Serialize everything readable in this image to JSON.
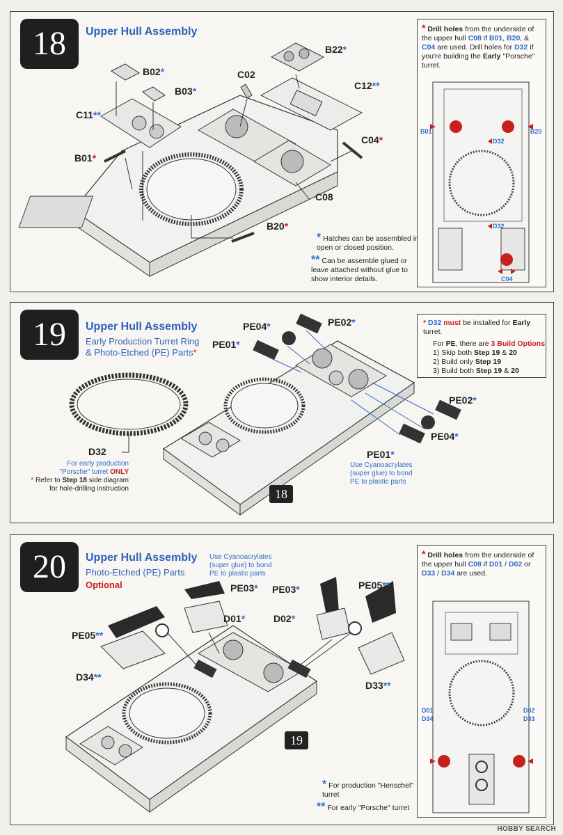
{
  "step18": {
    "number": "18",
    "title": "Upper Hull Assembly",
    "labels": {
      "b22": "B22",
      "b02": "B02",
      "b03": "B03",
      "c02": "C02",
      "c12": "C12",
      "c11": "C11",
      "b01": "B01",
      "c04": "C04",
      "c08": "C08",
      "b20": "B20"
    },
    "legend": {
      "single": "Hatches can be assembled in open or closed position.",
      "double": "Can be assemble glued or leave attached without glue to show interior details."
    },
    "side_note": {
      "p1": "Drill holes",
      "p2": "from the underside of the upper hull",
      "p3": "C08",
      "p4": "if",
      "p5": "B01",
      "p6": "B20",
      "p7": "C04",
      "p8": "are used.  Drill holes for",
      "p9": "D32",
      "p10": "if you're building the",
      "p11": "Early",
      "p12": "\"Porsche\" turret.",
      "sep1": ", ",
      "sep2": ", & "
    },
    "side_labels": {
      "b01": "B01",
      "b20": "B20",
      "d32a": "D32",
      "d32b": "D32",
      "c04": "C04"
    }
  },
  "step19": {
    "number": "19",
    "title": "Upper Hull Assembly",
    "sub1": "Early Production Turret Ring",
    "sub2": "& Photo-Etched (PE) Parts",
    "labels": {
      "pe04a": "PE04",
      "pe02a": "PE02",
      "pe01a": "PE01",
      "pe02b": "PE02",
      "pe04b": "PE04",
      "pe01b": "PE01",
      "d32": "D32"
    },
    "d32_note": {
      "l1": "For early production",
      "l2": "\"Porsche\" turret",
      "only": "ONLY",
      "l3a": "Refer to",
      "l3b": "Step 18",
      "l3c": "side diagram",
      "l4": "for hole-drilling instruction"
    },
    "pe_note": {
      "l1": "Use Cyanoacrylates",
      "l2": "(super glue) to bond",
      "l3": "PE to plastic parts"
    },
    "ref": "18",
    "box": {
      "l1a": "D32",
      "l1b": "must",
      "l1c": "be installed for",
      "l1d": "Early",
      "l1e": "turret.",
      "l2a": "For",
      "l2b": "PE",
      "l2c": ", there are",
      "l2d": "3 Build Options",
      "o1a": "1) Skip both",
      "o1b": "Step 19",
      "o1c": "&",
      "o1d": "20",
      "o2a": "2) Build only",
      "o2b": "Step 19",
      "o3a": "3) Build both",
      "o3b": "Step 19",
      "o3c": "&",
      "o3d": "20"
    }
  },
  "step20": {
    "number": "20",
    "title": "Upper Hull Assembly",
    "sub": "Photo-Etched (PE) Parts",
    "optional": "Optional",
    "pe_note": {
      "l1": "Use Cyanoacrylates",
      "l2": "(super glue) to bond",
      "l3": "PE to plastic parts"
    },
    "labels": {
      "pe03a": "PE03",
      "pe03b": "PE03",
      "pe05a": "PE05",
      "pe05b": "PE05",
      "d01": "D01",
      "d02": "D02",
      "d34": "D34",
      "d33": "D33"
    },
    "ref": "19",
    "legend": {
      "single": "For production \"Henschel\" turret",
      "double": "For early \"Porsche\" turret"
    },
    "side_note": {
      "p1": "Drill holes",
      "p2": "from the underside of the upper hull",
      "p3": "C08",
      "p4": "if",
      "p5": "D01",
      "p6": "D02",
      "p7": "or",
      "p8": "D33",
      "p9": "D34",
      "p10": "are used.",
      "sep": " / "
    },
    "side_labels": {
      "d01": "D01",
      "d34": "D34",
      "d02": "D02",
      "d33": "D33"
    }
  },
  "symbols": {
    "single": "*",
    "double": "**"
  },
  "watermark": "HOBBY SEARCH",
  "colors": {
    "blue": "#2f6cc9",
    "red": "#c8201e",
    "title": "#2f5fb8"
  }
}
